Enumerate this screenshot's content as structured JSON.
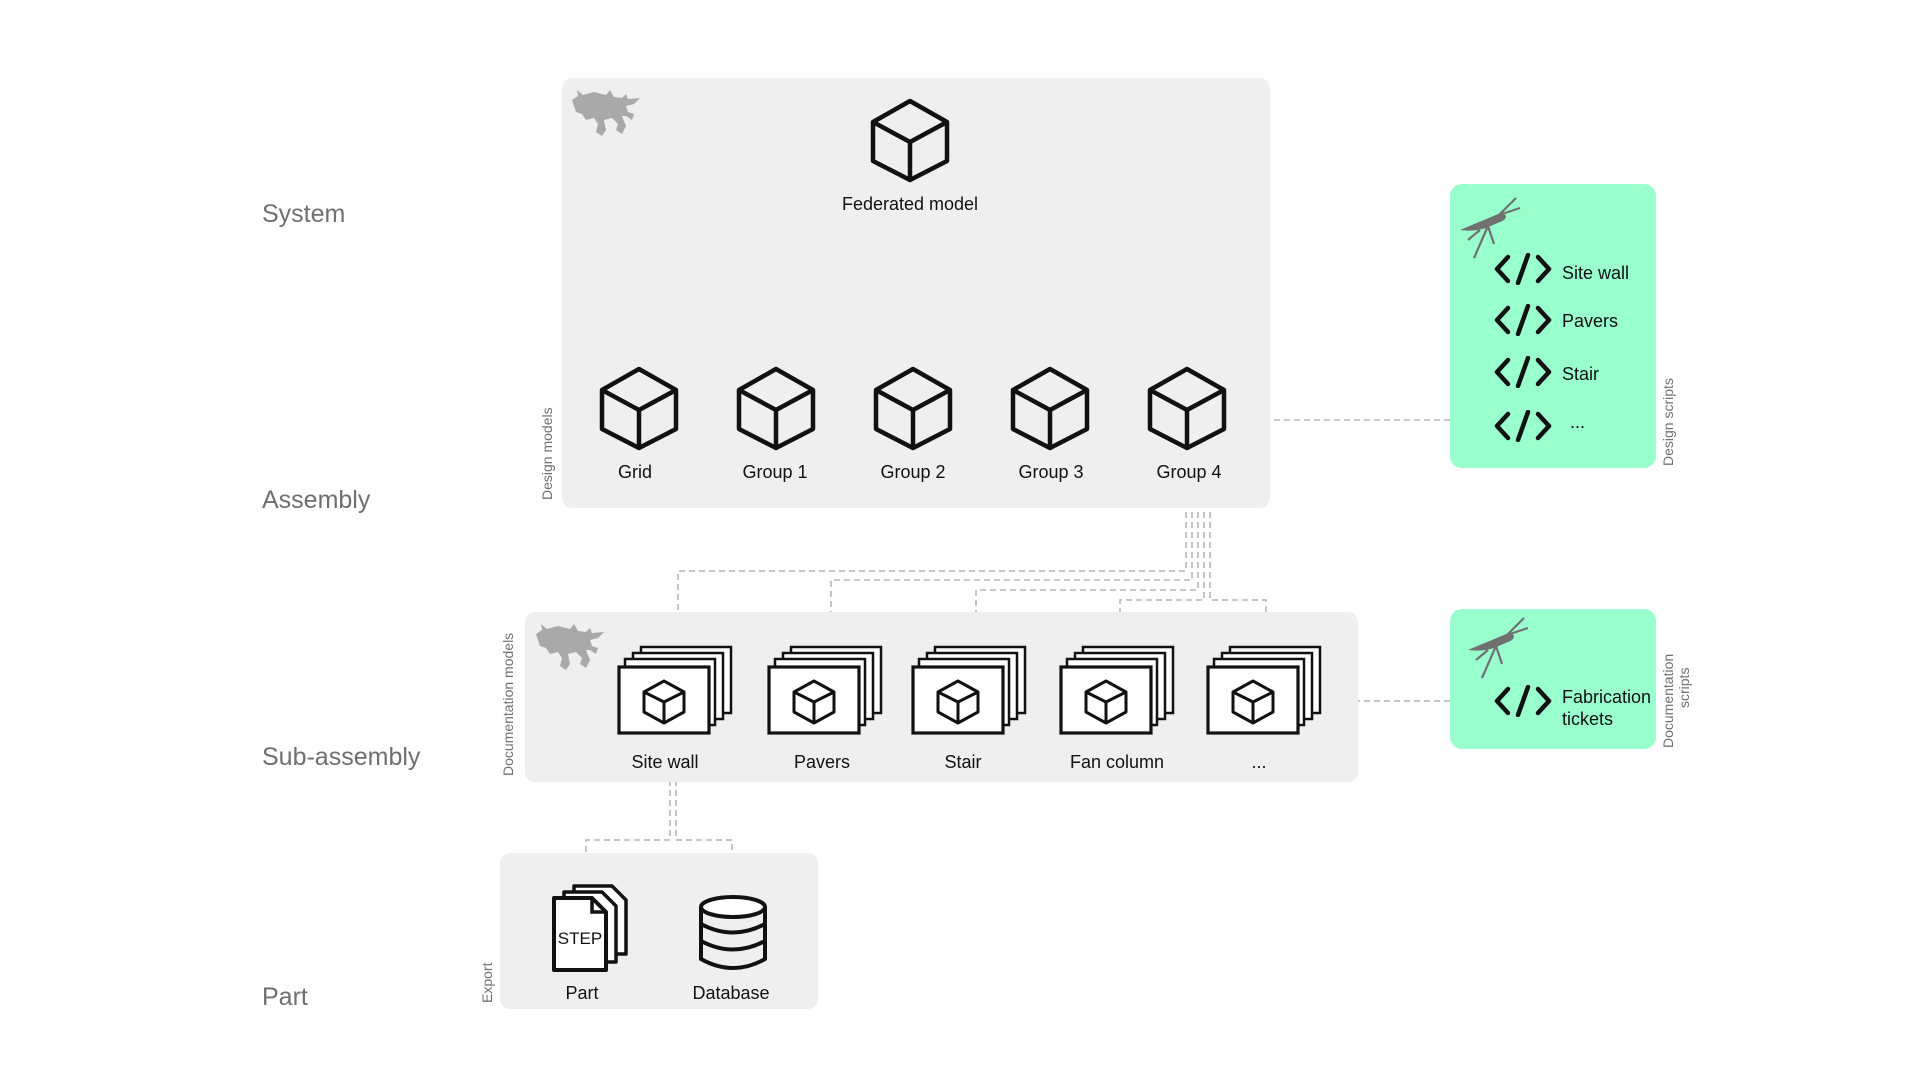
{
  "levels": {
    "system": "System",
    "assembly": "Assembly",
    "sub_assembly": "Sub-assembly",
    "part": "Part"
  },
  "design_models": {
    "side_label": "Design models",
    "federated": "Federated model",
    "groups": [
      "Grid",
      "Group 1",
      "Group 2",
      "Group 3",
      "Group 4"
    ]
  },
  "documentation_models": {
    "side_label": "Documentation models",
    "items": [
      "Site wall",
      "Pavers",
      "Stair",
      "Fan column",
      "..."
    ]
  },
  "export": {
    "side_label": "Export",
    "step_badge": "STEP",
    "items": [
      "Part",
      "Database"
    ]
  },
  "design_scripts": {
    "side_label": "Design scripts",
    "items": [
      "Site wall",
      "Pavers",
      "Stair",
      "..."
    ]
  },
  "documentation_scripts": {
    "side_label": "Documentation scripts",
    "side_label_lines": [
      "Documentation",
      "scripts"
    ],
    "item_lines": [
      "Fabrication",
      "tickets"
    ]
  },
  "colors": {
    "panel": "#efefef",
    "script_panel": "#99ffcc",
    "connector": "#b5b5b5",
    "level_text": "#6f6f6f"
  },
  "icons": {
    "app_logo": "rhino-icon",
    "script_logo": "grasshopper-icon",
    "model": "cube-icon",
    "document_stack": "sheet-stack-icon",
    "code": "code-icon",
    "file": "step-file-icon",
    "database": "database-icon"
  }
}
